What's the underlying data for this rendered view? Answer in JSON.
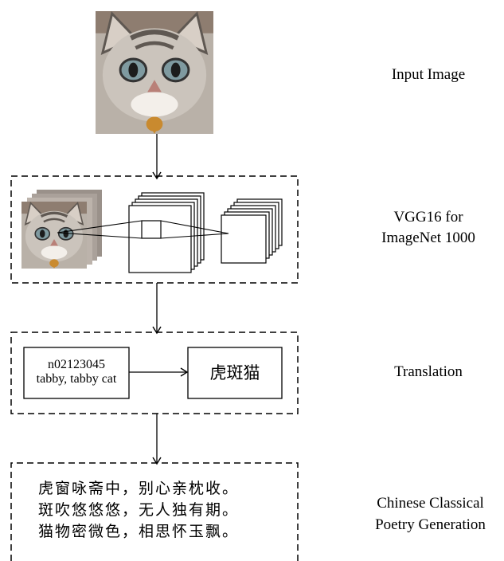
{
  "stages": [
    {
      "label": "Input Image"
    },
    {
      "label_line1": "VGG16 for",
      "label_line2": "ImageNet 1000"
    },
    {
      "label": "Translation"
    },
    {
      "label_line1": "Chinese Classical",
      "label_line2": "Poetry Generation"
    }
  ],
  "translation": {
    "class_id": "n02123045",
    "class_name": "tabby, tabby cat",
    "chinese": "虎斑猫"
  },
  "poem": [
    "虎窗咏斋中，别心亲枕收。",
    "斑吹悠悠悠，无人独有期。",
    "猫物密微色，相思怀玉飘。"
  ],
  "colors": {
    "line": "#000000",
    "fur_light": "#c9c3bc",
    "fur_dark": "#6f6862",
    "eye": "#7f9aa0",
    "tag": "#c98a2f"
  }
}
